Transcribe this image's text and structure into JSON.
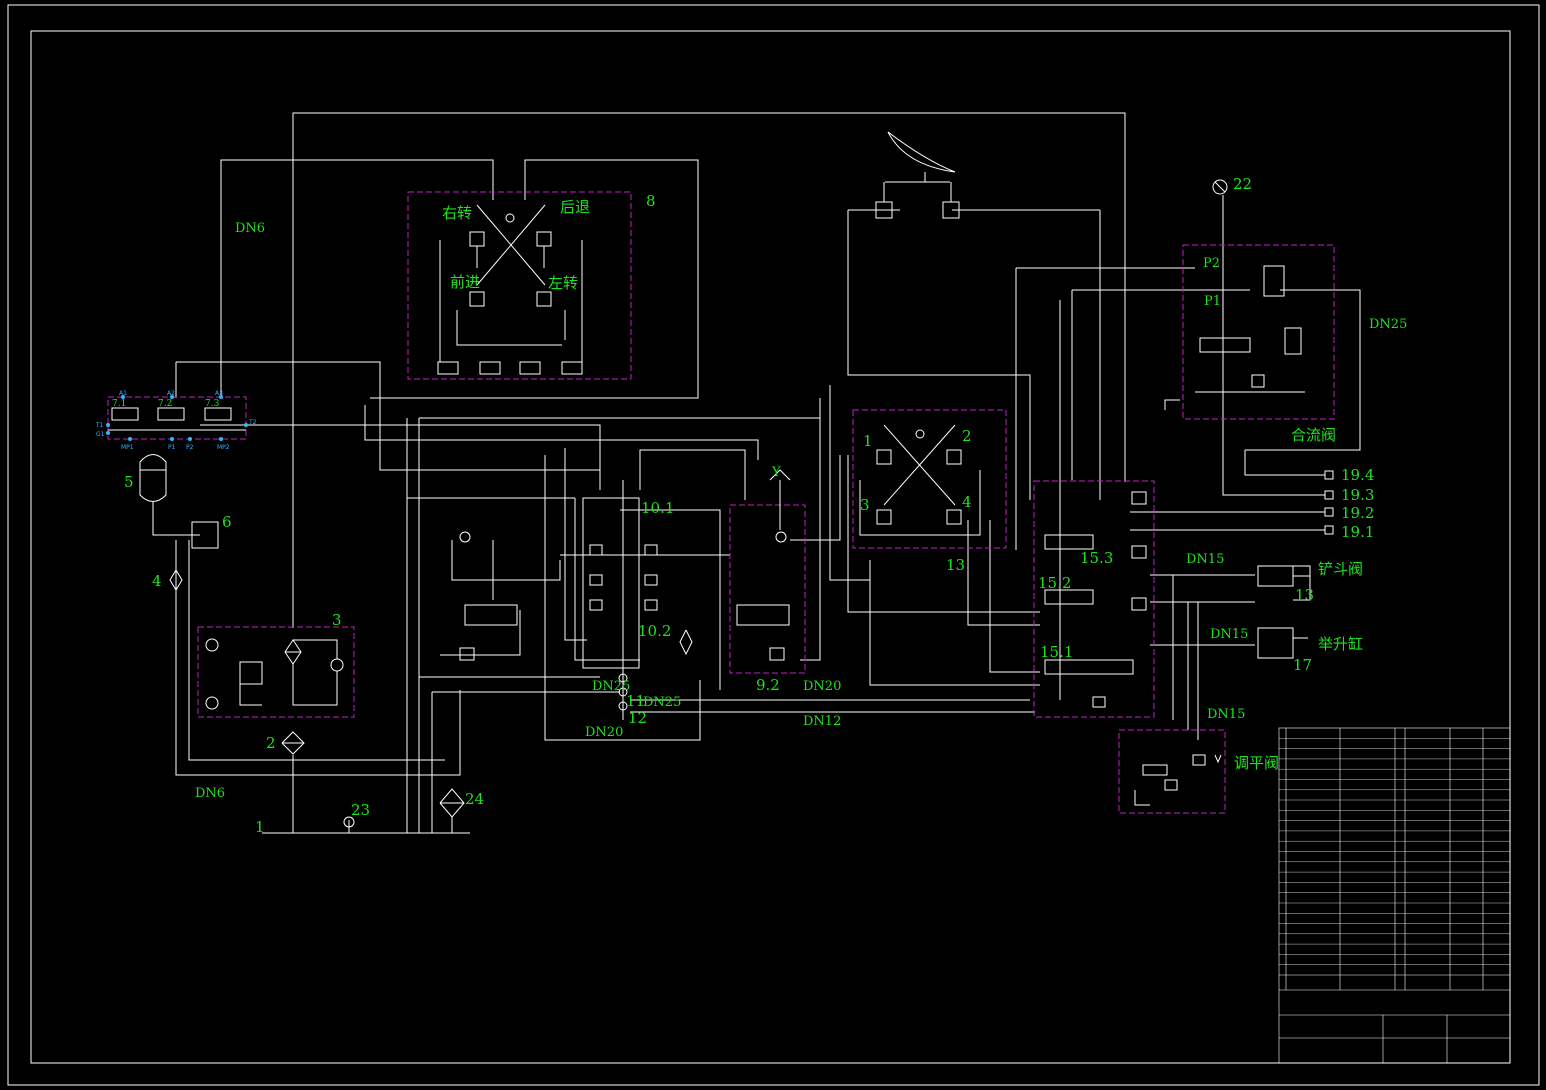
{
  "diagram": {
    "background": "#000000",
    "line_color": "#ffffff",
    "text_color": "#19e619",
    "dashed_box_color": "#c020c0",
    "port_color": "#2fb8ff",
    "labels": {
      "n1": "1",
      "n2": "2",
      "n3": "3",
      "n4": "4",
      "n5": "5",
      "n6": "6",
      "n71": "7.1",
      "n72": "7.2",
      "n73": "7.3",
      "n8": "8",
      "n92": "9.2",
      "n101": "10.1",
      "n102": "10.2",
      "n11": "11",
      "n12": "12",
      "n13a": "13",
      "n13b": "13",
      "n151": "15.1",
      "n152": "15.2",
      "n153": "15.3",
      "n17": "17",
      "n191": "19.1",
      "n192": "19.2",
      "n193": "19.3",
      "n194": "19.4",
      "n22": "22",
      "n23": "23",
      "n24": "24",
      "b1": "1",
      "b2": "2",
      "b3": "3",
      "b4": "4",
      "dn6a": "DN6",
      "dn6b": "DN6",
      "dn12": "DN12",
      "dn15a": "DN15",
      "dn15b": "DN15",
      "dn15c": "DN15",
      "dn20a": "DN20",
      "dn20b": "DN20",
      "dn25a": "DN25",
      "dn25b": "DN25",
      "dn25c": "DN25",
      "p1": "P1",
      "p2": "P2",
      "right_turn": "右转",
      "reverse": "后退",
      "forward": "前进",
      "left_turn": "左转",
      "merge_valve": "合流阀",
      "bucket_valve": "铲斗阀",
      "lift_cyl": "举升缸",
      "level_valve": "调平阀",
      "port_a1": "A1",
      "port_a2": "A2",
      "port_a3": "A3",
      "port_t1": "T1",
      "port_g1": "G1",
      "port_t2": "T2",
      "port_mp1": "MP1",
      "port_p1": "P1",
      "port_p2": "P2",
      "port_mp2": "MP2",
      "y_mark": "Y"
    }
  }
}
